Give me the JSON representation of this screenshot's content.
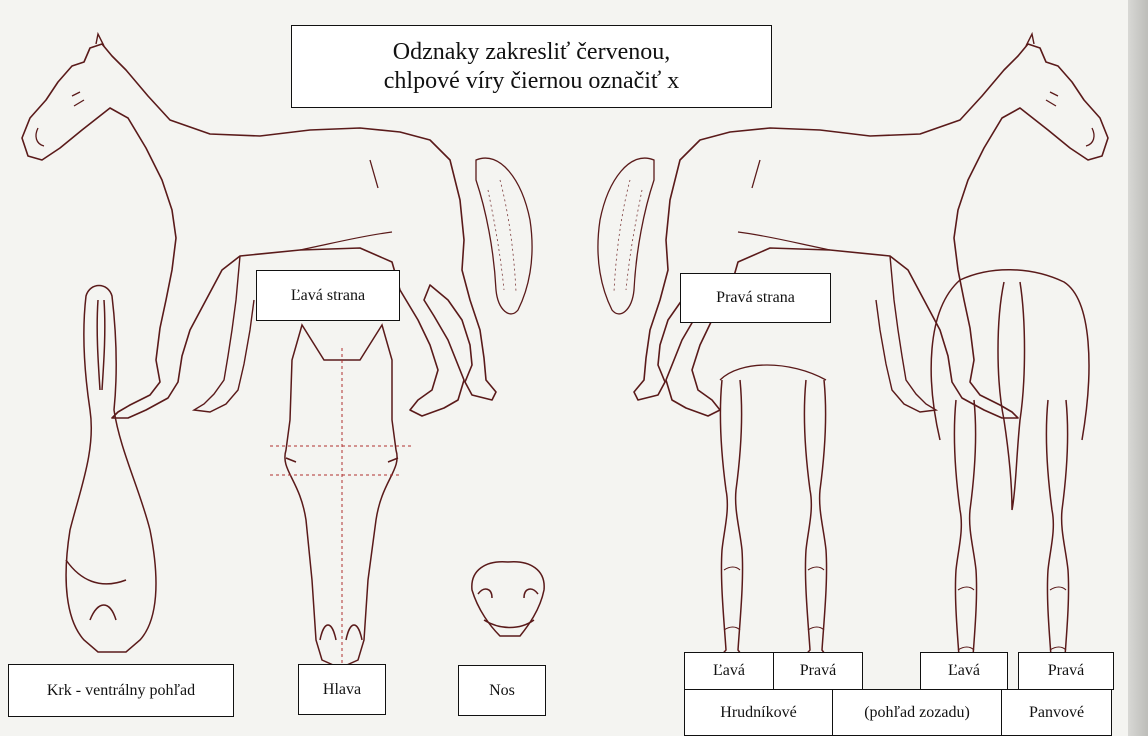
{
  "title": {
    "line1": "Odznaky zakresliť červenou,",
    "line2": "chlpové víry čiernou označiť x"
  },
  "labels": {
    "left_side": "Ľavá strana",
    "right_side": "Pravá strana",
    "neck": "Krk - ventrálny pohľad",
    "head": "Hlava",
    "nose": "Nos",
    "front_left": "Ľavá",
    "front_right": "Pravá",
    "hind_left": "Ľavá",
    "hind_right": "Pravá",
    "front_legs": "Hrudníkové",
    "rear_view": "(pohľad zozadu)",
    "hind_legs": "Panvové"
  },
  "colors": {
    "line": "#5a1a1a",
    "guide": "#b03030",
    "background": "#f4f4f1"
  }
}
